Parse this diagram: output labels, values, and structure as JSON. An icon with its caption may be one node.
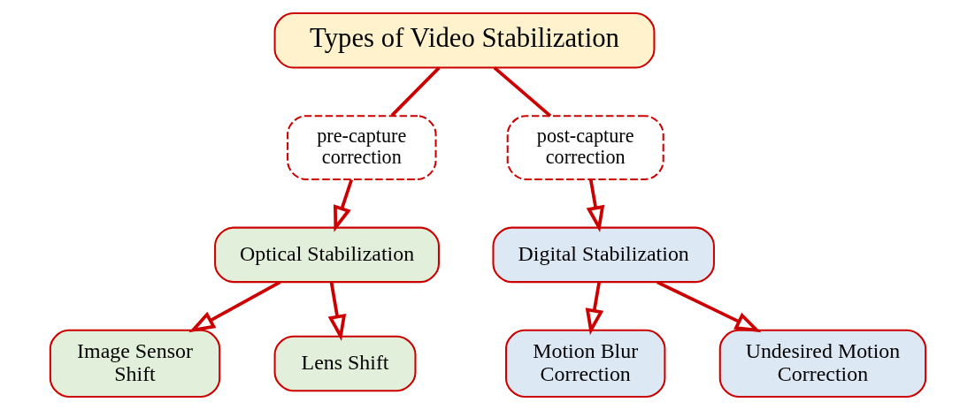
{
  "diagram": {
    "nodes": [
      {
        "text": [
          "Types of Video Stabilization"
        ]
      },
      {
        "text": [
          "pre-capture correction"
        ]
      },
      {
        "text": [
          "post-capture correction"
        ]
      },
      {
        "text": [
          "Optical Stabilization"
        ]
      },
      {
        "text": [
          "Digital Stabilization"
        ]
      },
      {
        "text": [
          "Image Sensor Shift"
        ]
      },
      {
        "text": [
          "Lens Shift"
        ]
      },
      {
        "text": [
          "Motion Blur Correction"
        ]
      },
      {
        "text": [
          "Undesired Motion Correction"
        ]
      }
    ],
    "edges": [
      {
        "from": 0,
        "to": 1,
        "arrow": "none"
      },
      {
        "from": 1,
        "to": 3,
        "arrow": "to"
      },
      {
        "from": 0,
        "to": 2,
        "arrow": "none"
      },
      {
        "from": 2,
        "to": 4,
        "arrow": "to"
      },
      {
        "from": 3,
        "to": 5,
        "arrow": "to"
      },
      {
        "from": 3,
        "to": 6,
        "arrow": "to"
      },
      {
        "from": 4,
        "to": 7,
        "arrow": "to"
      },
      {
        "from": 4,
        "to": 8,
        "arrow": "to"
      }
    ]
  }
}
